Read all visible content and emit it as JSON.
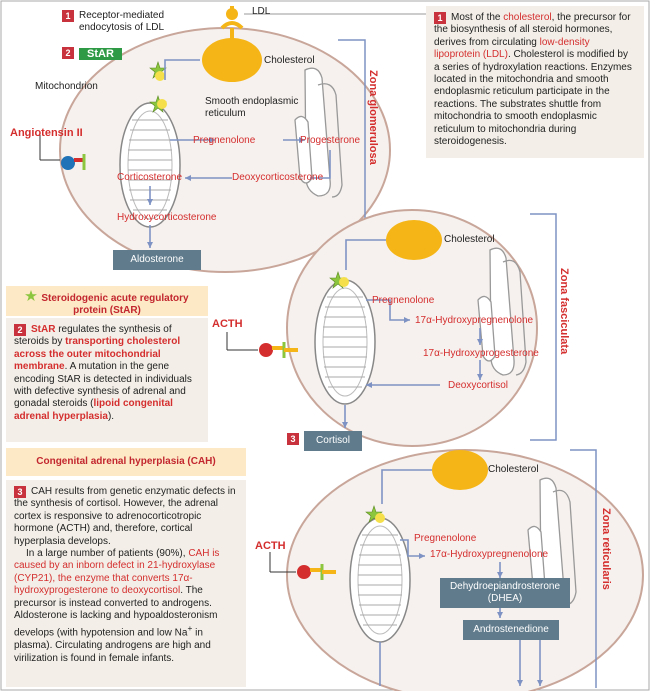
{
  "zones": {
    "glomerulosa": "Zona glomerulosa",
    "fasciculata": "Zona fasciculata",
    "reticularis": "Zona reticularis"
  },
  "top": {
    "step1_label": "Receptor-mediated",
    "step1_label2": "endocytosis of LDL",
    "ldl": "LDL",
    "star_label": "StAR",
    "mitochondrion": "Mitochondrion",
    "angiotensin": "Angiotensin II",
    "cholesterol": "Cholesterol",
    "ser": "Smooth endoplasmic",
    "ser2": "reticulum",
    "pregnenolone": "Pregnenolone",
    "progesterone": "Progesterone",
    "corticosterone": "Corticosterone",
    "deoxycorticosterone": "Deoxycorticosterone",
    "hydroxycorticosterone": "Hydroxycorticosterone",
    "aldosterone": "Aldosterone"
  },
  "middle": {
    "cholesterol": "Cholesterol",
    "pregnenolone": "Pregnenolone",
    "hydroxypregnenolone": "17α-Hydroxypregnenolone",
    "hydroxyprogesterone": "17α-Hydroxyprogesterone",
    "deoxycortisol": "Deoxycortisol",
    "acth": "ACTH",
    "cortisol": "Cortisol"
  },
  "bottom": {
    "cholesterol": "Cholesterol",
    "pregnenolone": "Pregnenolone",
    "hydroxypregnenolone": "17α-Hydroxypregnenolone",
    "acth": "ACTH",
    "dhea1": "Dehydroepiandrosterone",
    "dhea2": "(DHEA)",
    "androstenedione": "Androstenedione"
  },
  "badges": {
    "one": "1",
    "two": "2",
    "three": "3"
  },
  "note1": {
    "p1": "Most of the ",
    "cholesterol": "cholesterol",
    "p2": ", the precursor for the biosynthesis of all steroid hormones, derives from circulating ",
    "ldl": "low-density lipoprotein (LDL)",
    "p3": ".  Cholesterol is modified by a series of hydroxylation reactions. Enzymes located in the mitochondria and smooth endoplasmic reticulum participate in the reactions. The substrates shuttle from mitochondria to smooth endoplasmic reticulum to mitochondria during steroidogenesis."
  },
  "star_box": {
    "header1": "Steroidogenic acute regulatory",
    "header2": "protein (StAR)",
    "star": "StAR",
    "p1": " regulates the synthesis of steroids by ",
    "red1": "transporting cholesterol across the outer mitochondrial membrane",
    "p2": ".  A mutation in the gene encoding StAR is detected in individuals with defective synthesis of adrenal and gonadal steroids (",
    "red2": "lipoid congenital adrenal hyperplasia",
    "p3": ")."
  },
  "cah_box": {
    "header": "Congenital adrenal hyperplasia (CAH)",
    "para1": "CAH results from genetic enzymatic defects in the synthesis of cortisol. However, the adrenal cortex is responsive to adrenocorticotropic hormone (ACTH) and, therefore, cortical hyperplasia develops.",
    "p2a": "In a large number of patients (90%), ",
    "red1": "CAH is caused by an inborn defect in 21-hydroxylase (CYP21), the enzyme that converts 17α-hydroxyprogesterone to deoxycortisol",
    "p2b": ". The precursor is instead converted to androgens. Aldosterone is lacking and hypoaldosteronism develops (with hypotension and low Na",
    "sup": "+",
    "p2c": " in plasma). Circulating androgens are high and virilization is found in female infants."
  },
  "colors": {
    "accent_red": "#d42e2e",
    "badge_red": "#c8323c",
    "arrow_blue": "#7e93c4",
    "cell_border": "#c9a69a",
    "cell_fill": "#f6f1ee",
    "cholesterol_yellow": "#f5b516",
    "product_box": "#5f7b8c",
    "star_green": "#8cc63f",
    "note_bg": "#f3efe8",
    "header_bg": "#fde9c6"
  }
}
